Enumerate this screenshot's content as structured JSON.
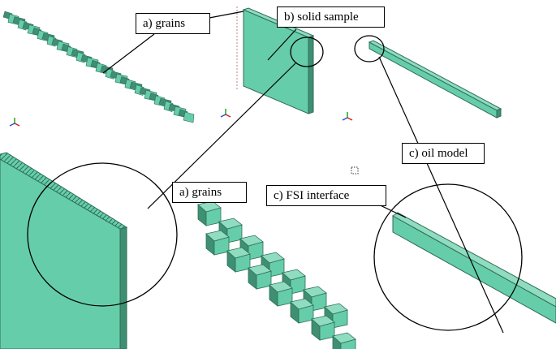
{
  "labels": {
    "grains_top": "a) grains",
    "solid_sample": "b) solid sample",
    "oil_model": "c) oil model",
    "grains_zoom": "a) grains",
    "fsi_interface": "c) FSI interface"
  },
  "colors": {
    "model_face": "#66cdaa",
    "model_dark": "#3f8f73",
    "model_edge": "#2e6e58",
    "line": "#000000",
    "axis_x": "#d62020",
    "axis_y": "#1fa51f",
    "axis_z": "#2a4fd6"
  },
  "icons": [
    "triad-icon",
    "zoom-box-icon"
  ]
}
